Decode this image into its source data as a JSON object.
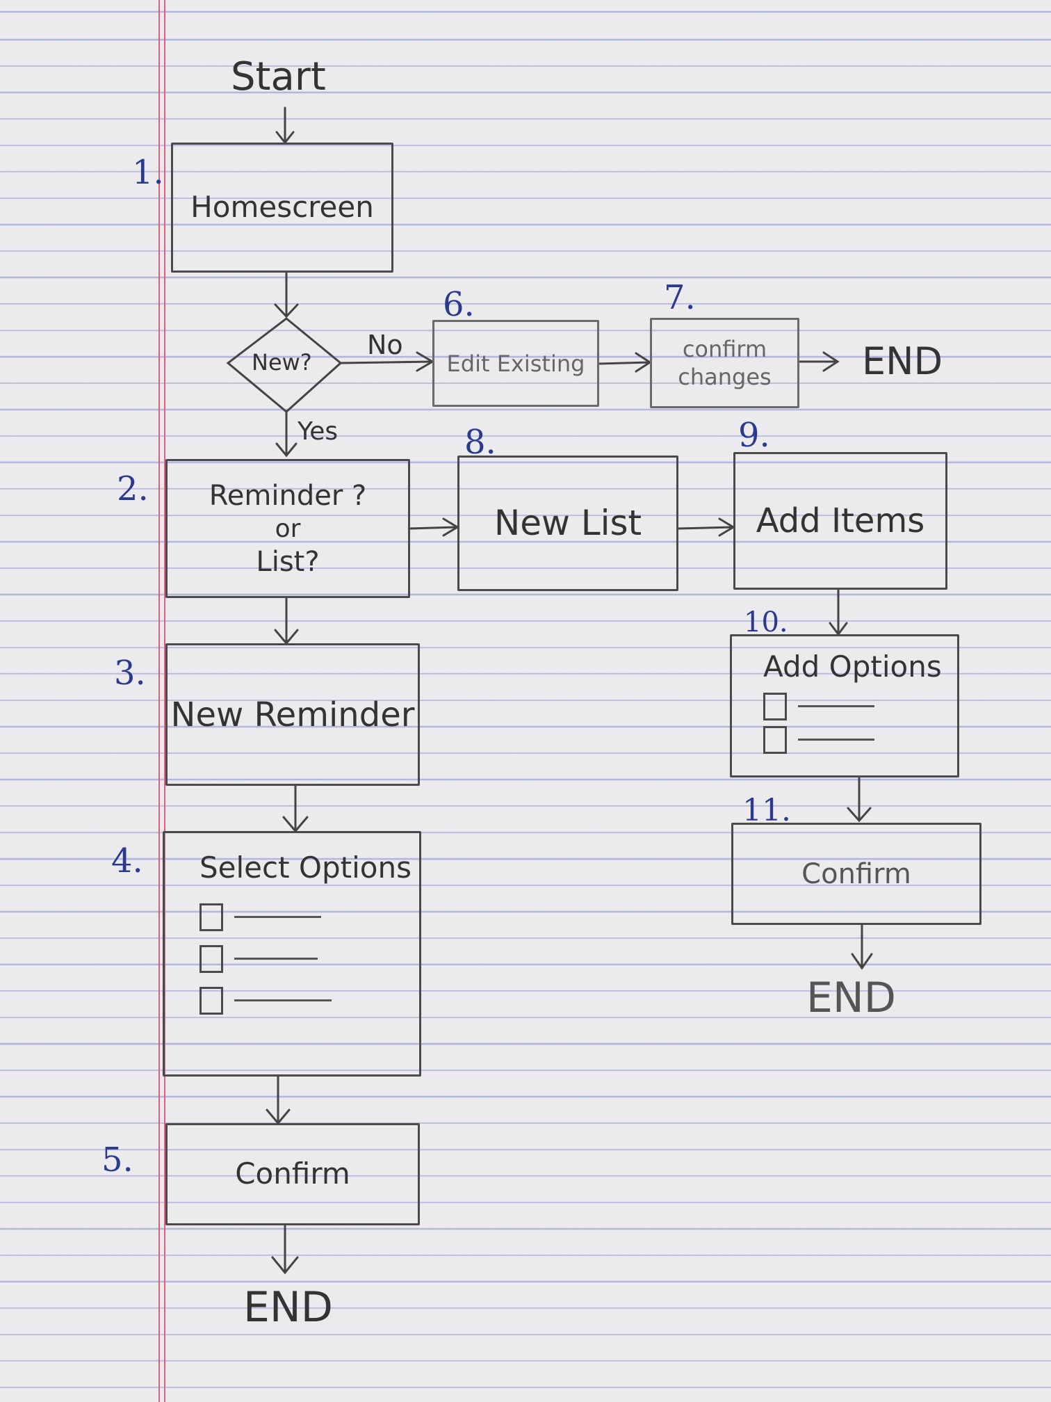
{
  "diagram": {
    "start_label": "Start",
    "nodes": {
      "n1": {
        "number": "1.",
        "label": "Homescreen"
      },
      "decision": {
        "label": "New?"
      },
      "n2": {
        "number": "2.",
        "line1": "Reminder ?",
        "line2": "or",
        "line3": "List?"
      },
      "n3": {
        "number": "3.",
        "label": "New Reminder"
      },
      "n4": {
        "number": "4.",
        "label": "Select Options"
      },
      "n5": {
        "number": "5.",
        "label": "Confirm"
      },
      "n6": {
        "number": "6.",
        "label": "Edit Existing"
      },
      "n7": {
        "number": "7.",
        "line1": "confirm",
        "line2": "changes"
      },
      "n8": {
        "number": "8.",
        "label": "New List"
      },
      "n9": {
        "number": "9.",
        "label": "Add Items"
      },
      "n10": {
        "number": "10.",
        "label": "Add Options"
      },
      "n11": {
        "number": "11.",
        "label": "Confirm"
      }
    },
    "edge_labels": {
      "no": "No",
      "yes": "Yes"
    },
    "end_labels": {
      "top_right": "END",
      "right_bottom": "END",
      "left_bottom": "END"
    },
    "colors": {
      "pencil": "#444444",
      "ink_numbers": "#2b3a8f",
      "margin_line": "#e0607a",
      "rule_line": "#6e78c8"
    }
  }
}
